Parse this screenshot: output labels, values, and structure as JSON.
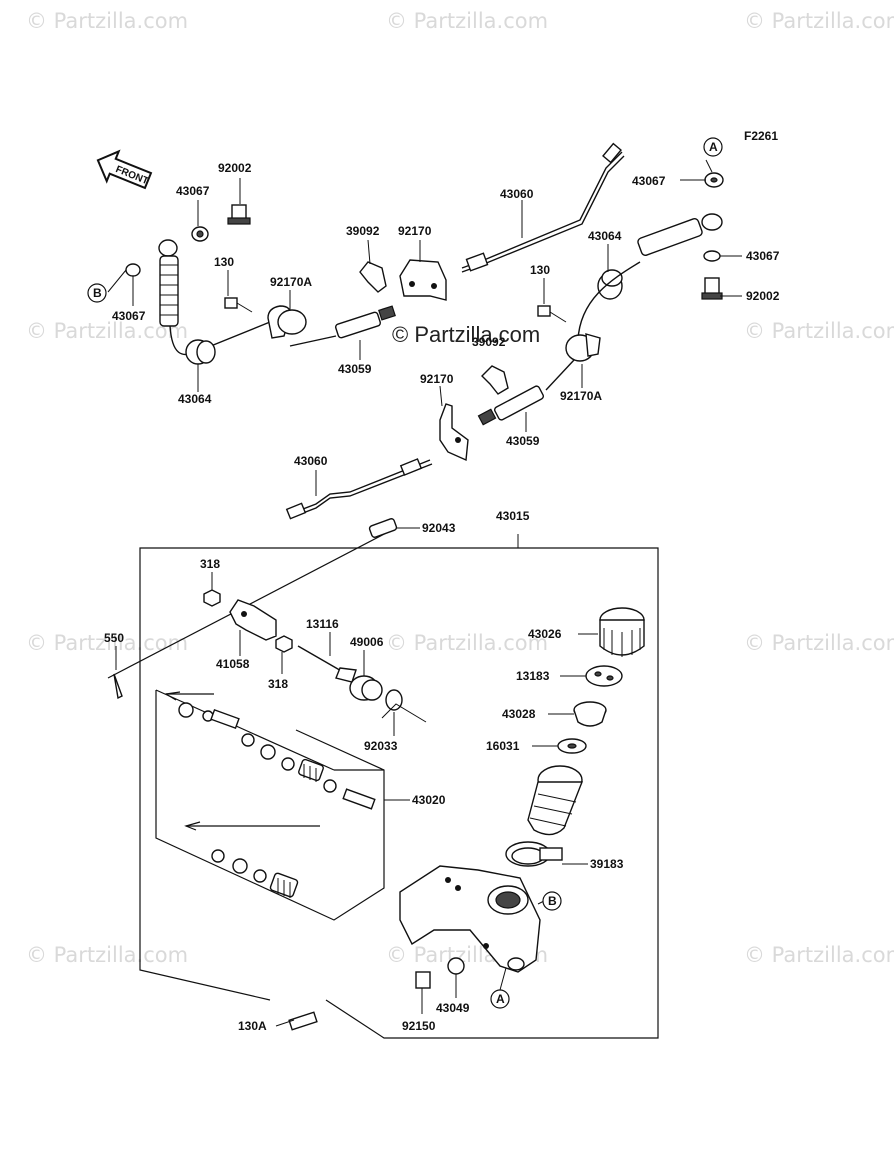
{
  "figure_id": "F2261",
  "watermark": "© Partzilla.com",
  "front_label": "FRONT",
  "callouts": {
    "a": "A",
    "b": "B"
  },
  "parts": {
    "p92002_left": "92002",
    "p43067_upper_left": "43067",
    "p43067_lower_left": "43067",
    "p130_left": "130",
    "p92170a_left": "92170A",
    "p43064_left": "43064",
    "p39092_left": "39092",
    "p92170_upper": "92170",
    "p43059_left": "43059",
    "p43060_upper": "43060",
    "p43067_upper_right": "43067",
    "p43064_right": "43064",
    "p43067_lower_right": "43067",
    "p92002_right": "92002",
    "p130_right": "130",
    "p39092_right": "39092",
    "p92170_lower": "92170",
    "p92170a_right": "92170A",
    "p43059_right": "43059",
    "p43060_lower": "43060",
    "p92043": "92043",
    "p43015": "43015",
    "p318_upper": "318",
    "p550": "550",
    "p41058": "41058",
    "p318_lower": "318",
    "p13116": "13116",
    "p49006": "49006",
    "p92033": "92033",
    "p43020": "43020",
    "p43026": "43026",
    "p13183": "13183",
    "p43028": "43028",
    "p16031": "16031",
    "p39183": "39183",
    "p43049": "43049",
    "p92150": "92150",
    "p130a": "130A"
  }
}
